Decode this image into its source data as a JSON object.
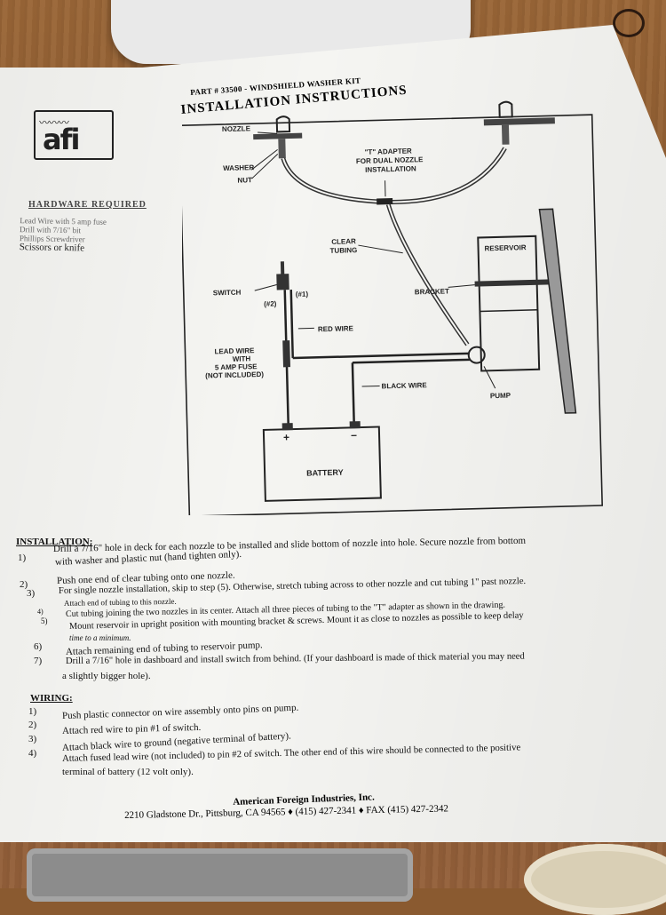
{
  "header": {
    "part_line": "PART # 33500 - WINDSHIELD WASHER KIT",
    "title": "INSTALLATION INSTRUCTIONS",
    "logo_text": "afi"
  },
  "hardware": {
    "title": "HARDWARE REQUIRED",
    "items": [
      "Lead Wire with 5 amp fuse",
      "Drill with 7/16\" bit",
      "Phillips Screwdriver",
      "Scissors or knife"
    ]
  },
  "diagram": {
    "nozzle": "NOZZLE",
    "washer": "WASHER",
    "nut": "NUT",
    "t_adapter": [
      "\"T\" ADAPTER",
      "FOR DUAL NOZZLE",
      "INSTALLATION"
    ],
    "clear_tubing": [
      "CLEAR",
      "TUBING"
    ],
    "reservoir": "RESERVOIR",
    "bracket": "BRACKET",
    "switch": "SWITCH",
    "pin2": "(#2)",
    "pin1": "(#1)",
    "red_wire": "RED WIRE",
    "lead_wire": [
      "LEAD WIRE",
      "WITH",
      "5 AMP FUSE",
      "(NOT INCLUDED)"
    ],
    "black_wire": "BLACK WIRE",
    "pump": "PUMP",
    "battery": "BATTERY",
    "plus": "+",
    "minus": "−"
  },
  "installation": {
    "title": "INSTALLATION:",
    "steps": [
      {
        "n": "1)",
        "text": "Drill a 7/16\" hole in deck for each nozzle to be installed and slide bottom of nozzle into hole. Secure nozzle from bottom"
      },
      {
        "n": "",
        "text": "with washer and plastic nut (hand tighten only)."
      },
      {
        "n": "2)",
        "text": "Push one end of clear tubing onto one nozzle."
      },
      {
        "n": "3)",
        "text": "For single nozzle installation, skip to step (5). Otherwise, stretch tubing across to other nozzle and cut tubing 1\" past nozzle."
      },
      {
        "n": "",
        "text": "Attach end of tubing to this nozzle."
      },
      {
        "n": "4)",
        "text": "Cut tubing joining the two nozzles in its center. Attach all three pieces of tubing to the \"T\" adapter as shown in the drawing."
      },
      {
        "n": "5)",
        "text": "Mount reservoir in upright position with mounting bracket & screws. Mount it as close to nozzles as possible to keep delay"
      },
      {
        "n": "",
        "text": "time to a minimum."
      },
      {
        "n": "6)",
        "text": "Attach remaining end of tubing to reservoir pump."
      },
      {
        "n": "7)",
        "text": "Drill a 7/16\" hole in dashboard and install switch from behind. (If your dashboard is made of thick material you may need"
      },
      {
        "n": "",
        "text": "a slightly bigger hole)."
      }
    ]
  },
  "wiring": {
    "title": "WIRING:",
    "steps": [
      {
        "n": "1)",
        "text": "Push plastic connector on wire assembly onto pins on pump."
      },
      {
        "n": "2)",
        "text": "Attach red wire to pin #1 of switch."
      },
      {
        "n": "3)",
        "text": "Attach black wire to ground (negative terminal of battery)."
      },
      {
        "n": "4)",
        "text": "Attach fused lead wire (not included) to pin #2 of switch. The other end of this wire should be connected to the positive"
      },
      {
        "n": "",
        "text": "terminal of battery (12 volt only)."
      }
    ]
  },
  "footer": {
    "company": "American Foreign Industries, Inc.",
    "address": "2210 Gladstone Dr., Pittsburg, CA  94565 ♦ (415) 427-2341 ♦ FAX (415) 427-2342"
  }
}
